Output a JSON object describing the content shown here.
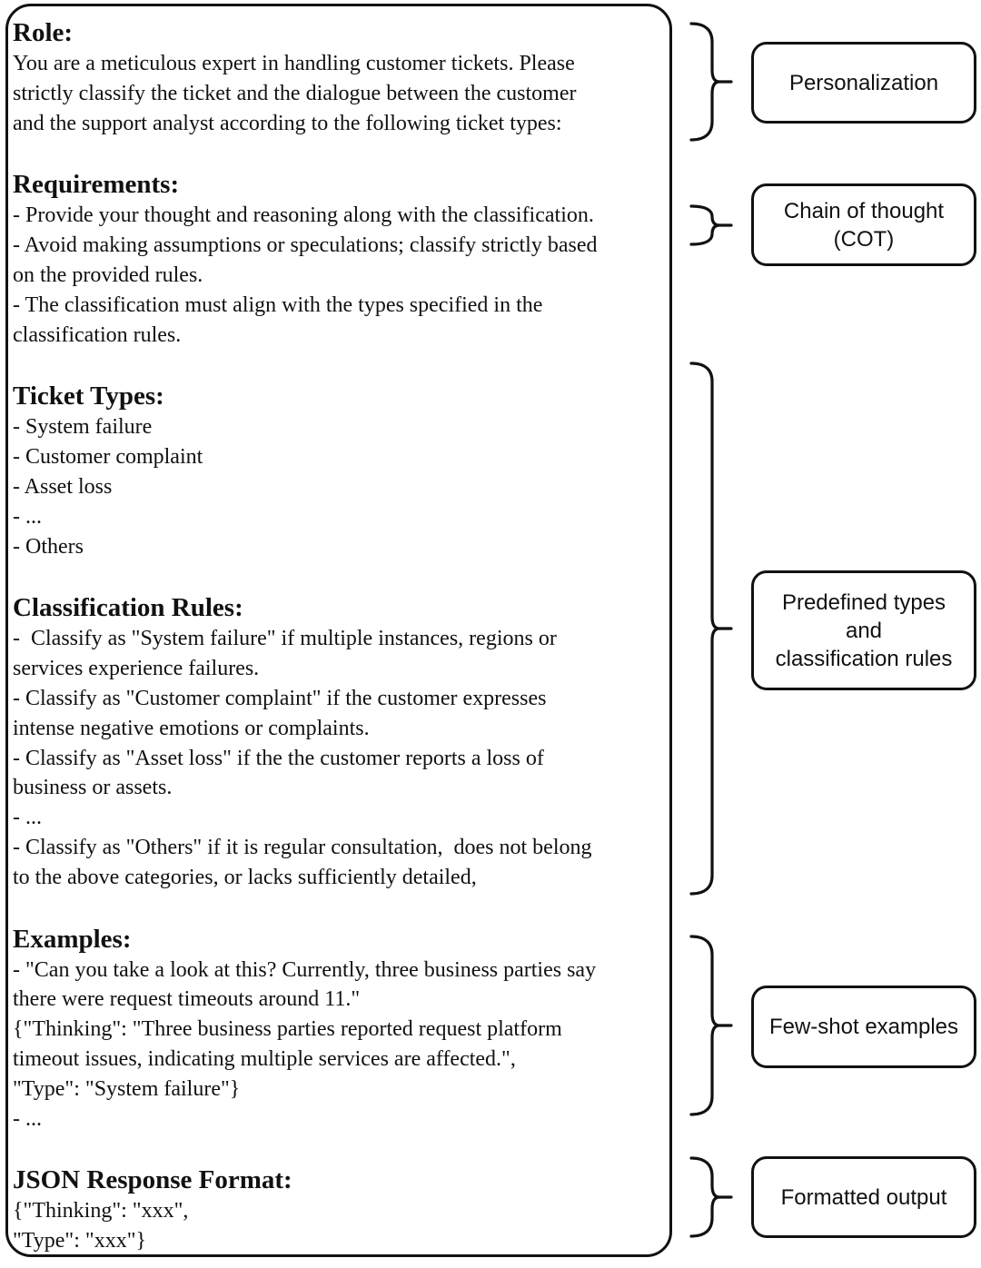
{
  "figure": {
    "colors": {
      "ink": "#111111",
      "background": "#ffffff"
    },
    "prompt_panel": {
      "sections": [
        {
          "heading": "Role:",
          "lines": [
            "You are a meticulous expert in handling customer tickets. Please",
            "strictly classify the ticket and the dialogue between the customer",
            "and the support analyst according to the following ticket types:"
          ]
        },
        {
          "heading": "Requirements:",
          "lines": [
            "- Provide your thought and reasoning along with the classification.",
            "- Avoid making assumptions or speculations; classify strictly based",
            "on the provided rules.",
            "- The classification must align with the types specified in the",
            "classification rules."
          ]
        },
        {
          "heading": "Ticket Types:",
          "lines": [
            "- System failure",
            "- Customer complaint",
            "- Asset loss",
            "- ...",
            "- Others"
          ]
        },
        {
          "heading": "Classification Rules:",
          "lines": [
            "-  Classify as \"System failure\" if multiple instances, regions or",
            "services experience failures.",
            "- Classify as \"Customer complaint\" if the customer expresses",
            "intense negative emotions or complaints.",
            "- Classify as \"Asset loss\" if the the customer reports a loss of",
            "business or assets.",
            "- ...",
            "- Classify as \"Others\" if it is regular consultation,  does not belong",
            "to the above categories, or lacks sufficiently detailed,"
          ]
        },
        {
          "heading": "Examples:",
          "lines": [
            "- \"Can you take a look at this? Currently, three business parties say",
            "there were request timeouts around 11.\"",
            "{\"Thinking\": \"Three business parties reported request platform",
            "timeout issues, indicating multiple services are affected.\",",
            "\"Type\": \"System failure\"}",
            "- ..."
          ]
        },
        {
          "heading": "JSON Response Format:",
          "lines": [
            "{\"Thinking\": \"xxx\",",
            "\"Type\": \"xxx\"}"
          ]
        }
      ]
    },
    "annotations": [
      {
        "id": "personalization",
        "label_lines": [
          "Personalization"
        ]
      },
      {
        "id": "chain-of-thought",
        "label_lines": [
          "Chain of thought",
          "(COT)"
        ]
      },
      {
        "id": "predefined-types-and-rules",
        "label_lines": [
          "Predefined types",
          "and",
          "classification rules"
        ]
      },
      {
        "id": "few-shot-examples",
        "label_lines": [
          "Few-shot examples"
        ]
      },
      {
        "id": "formatted-output",
        "label_lines": [
          "Formatted output"
        ]
      }
    ]
  }
}
